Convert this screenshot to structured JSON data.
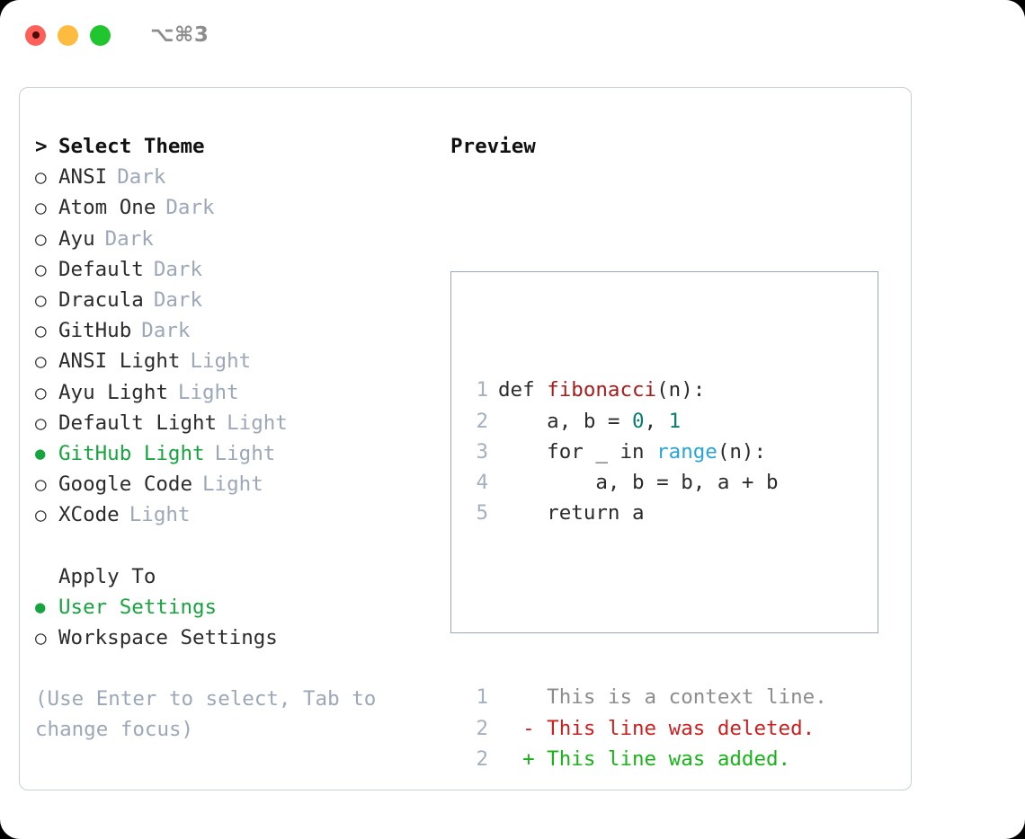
{
  "titlebar": {
    "shortcut": "⌥⌘3",
    "lights": [
      {
        "name": "close-button",
        "color": "#fc6058"
      },
      {
        "name": "minimize-button",
        "color": "#fdbc40"
      },
      {
        "name": "maximize-button",
        "color": "#21c52f"
      }
    ]
  },
  "theme_panel": {
    "header_marker": ">",
    "header": "Select Theme",
    "bullet_unselected": "○",
    "bullet_selected": "●",
    "items": [
      {
        "label": "ANSI",
        "tag": "Dark",
        "selected": false
      },
      {
        "label": "Atom One",
        "tag": "Dark",
        "selected": false
      },
      {
        "label": "Ayu",
        "tag": "Dark",
        "selected": false
      },
      {
        "label": "Default",
        "tag": "Dark",
        "selected": false
      },
      {
        "label": "Dracula",
        "tag": "Dark",
        "selected": false
      },
      {
        "label": "GitHub",
        "tag": "Dark",
        "selected": false
      },
      {
        "label": "ANSI Light",
        "tag": "Light",
        "selected": false
      },
      {
        "label": "Ayu Light",
        "tag": "Light",
        "selected": false
      },
      {
        "label": "Default Light",
        "tag": "Light",
        "selected": false
      },
      {
        "label": "GitHub Light",
        "tag": "Light",
        "selected": true
      },
      {
        "label": "Google Code",
        "tag": "Light",
        "selected": false
      },
      {
        "label": "XCode",
        "tag": "Light",
        "selected": false
      }
    ]
  },
  "apply_to": {
    "header": "Apply To",
    "options": [
      {
        "label": "User Settings",
        "selected": true
      },
      {
        "label": "Workspace Settings",
        "selected": false
      }
    ]
  },
  "hint": "(Use Enter to select, Tab to change focus)",
  "preview": {
    "title": "Preview",
    "code_lines": [
      {
        "no": "1",
        "tokens": [
          {
            "t": "def ",
            "c": "plain"
          },
          {
            "t": "fibonacci",
            "c": "fn"
          },
          {
            "t": "(n):",
            "c": "plain"
          }
        ]
      },
      {
        "no": "2",
        "tokens": [
          {
            "t": "    a, b = ",
            "c": "plain"
          },
          {
            "t": "0",
            "c": "num"
          },
          {
            "t": ", ",
            "c": "plain"
          },
          {
            "t": "1",
            "c": "num"
          }
        ]
      },
      {
        "no": "3",
        "tokens": [
          {
            "t": "    for _ in ",
            "c": "plain"
          },
          {
            "t": "range",
            "c": "call"
          },
          {
            "t": "(n):",
            "c": "plain"
          }
        ]
      },
      {
        "no": "4",
        "tokens": [
          {
            "t": "        a, b = b, a + b",
            "c": "plain"
          }
        ]
      },
      {
        "no": "5",
        "tokens": [
          {
            "t": "    return a",
            "c": "plain"
          }
        ]
      }
    ],
    "diff_lines": [
      {
        "no": "1",
        "marker": " ",
        "text": "This is a context line.",
        "kind": "ctx"
      },
      {
        "no": "2",
        "marker": "-",
        "text": "This line was deleted.",
        "kind": "del"
      },
      {
        "no": "2",
        "marker": "+",
        "text": "This line was added.",
        "kind": "add"
      }
    ]
  },
  "colors": {
    "accent_green": "#17a33e",
    "tag_gray": "#9ca7b7",
    "diff_add": "#18b318",
    "diff_del": "#cc1f1f",
    "diff_ctx": "#8d8d8d",
    "syntax_function": "#a81c1c",
    "syntax_number": "#0a7d72",
    "syntax_call": "#29a5d4",
    "card_border": "#c9cdd6",
    "preview_border": "#9aa7b8"
  }
}
